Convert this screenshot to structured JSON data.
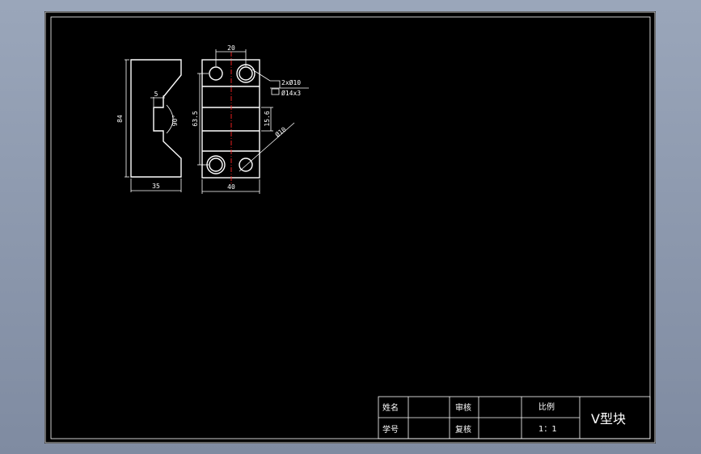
{
  "drawing": {
    "front_view": {
      "height_dim": "84",
      "width_dim": "35",
      "notch_dim": "5",
      "angle_dim": "90°"
    },
    "side_view": {
      "top_dim": "20",
      "width_dim": "40",
      "height_dim": "63.5",
      "inner_dim": "15.6",
      "hole_note_1": "2xØ10",
      "hole_note_2": "Ø14x3",
      "dia_note": "Ø10"
    }
  },
  "title_block": {
    "name_label": "姓名",
    "id_label": "学号",
    "review_label": "审核",
    "recheck_label": "复核",
    "scale_label": "比例",
    "scale_value": "1：1",
    "part_name": "V型块"
  },
  "colors": {
    "background": "#000000",
    "lines": "#ffffff",
    "centerline": "#ff2222",
    "viewport": "#8f9bb0"
  }
}
